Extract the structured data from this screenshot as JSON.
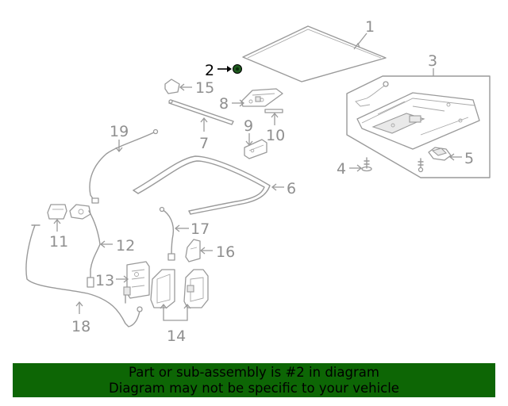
{
  "callouts": {
    "c1": "1",
    "c2": "2",
    "c3": "3",
    "c4": "4",
    "c5": "5",
    "c6": "6",
    "c7": "7",
    "c8": "8",
    "c9": "9",
    "c10": "10",
    "c11": "11",
    "c12": "12",
    "c13": "13",
    "c14": "14",
    "c15": "15",
    "c16": "16",
    "c17": "17",
    "c18": "18",
    "c19": "19"
  },
  "highlighted_part": "2",
  "colors": {
    "banner_bg": "#0d6605",
    "part_stroke": "#9a9a9a",
    "highlight_part": "#1f5a1f",
    "highlight_text": "#000000"
  },
  "banner": {
    "line1": "Part or sub-assembly is #2 in diagram",
    "line2": "Diagram may not be specific to your vehicle"
  }
}
